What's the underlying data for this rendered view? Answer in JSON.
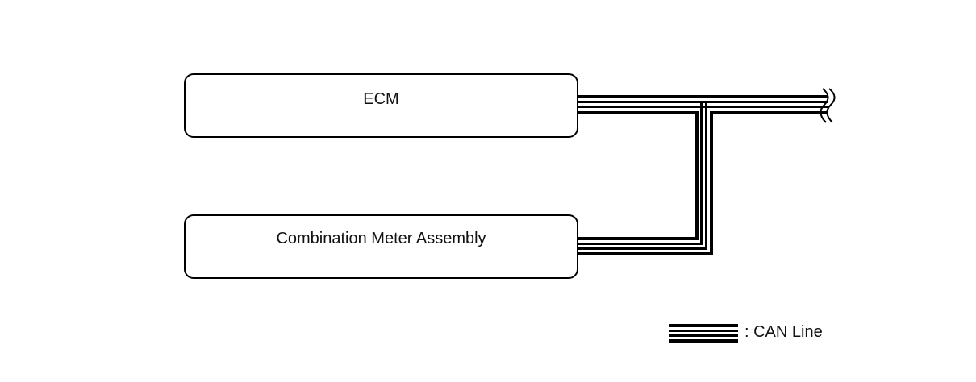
{
  "diagram": {
    "nodes": [
      {
        "id": "ecm",
        "label": "ECM"
      },
      {
        "id": "meter",
        "label": "Combination Meter Assembly"
      }
    ],
    "edges": [
      {
        "from": "ecm",
        "to": "meter",
        "type": "CAN Line"
      },
      {
        "from": "ecm",
        "to": "continues-off-page",
        "type": "CAN Line"
      }
    ],
    "legend": {
      "label": ": CAN Line"
    }
  }
}
